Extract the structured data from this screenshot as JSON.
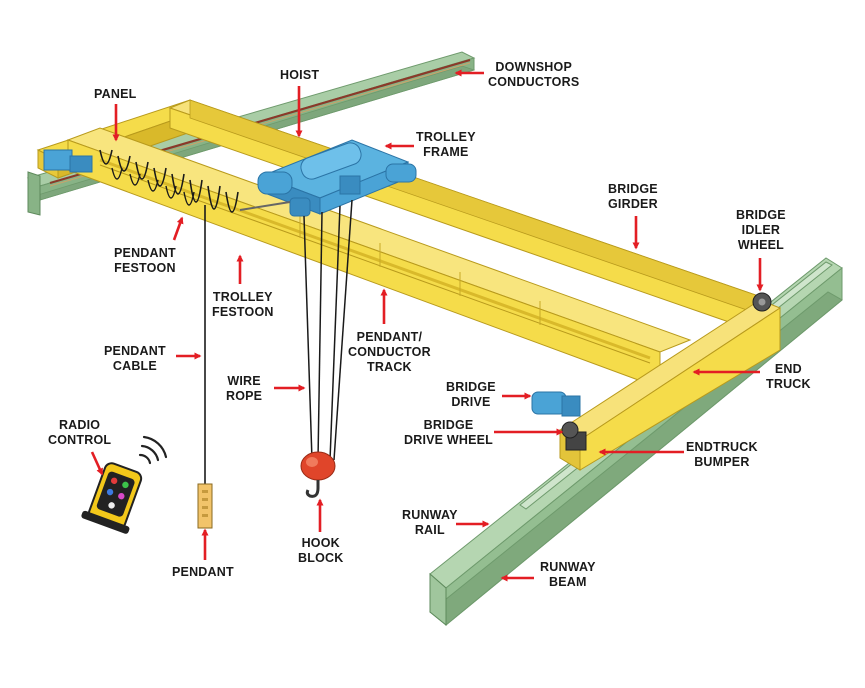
{
  "colors": {
    "beam_yellow": "#F5DC4A",
    "beam_shade": "#D9B92A",
    "beam_dark": "#B89A1C",
    "rail_green": "#9CC49A",
    "rail_dark": "#6E9A6C",
    "trolley_blue": "#4AA3D6",
    "trolley_dark": "#2B74A6",
    "arrow_red": "#E31E24",
    "hook_red": "#E0452A",
    "pendant_tan": "#F2C46A",
    "remote_yellow": "#F3C81A",
    "remote_black": "#222222",
    "label_text": "#1a1a1a"
  },
  "labels": {
    "downshop_conductors": [
      "DOWNSHOP",
      "CONDUCTORS"
    ],
    "hoist": [
      "HOIST"
    ],
    "panel": [
      "PANEL"
    ],
    "trolley_frame": [
      "TROLLEY",
      "FRAME"
    ],
    "bridge_girder": [
      "BRIDGE",
      "GIRDER"
    ],
    "bridge_idler_wheel": [
      "BRIDGE",
      "IDLER",
      "WHEEL"
    ],
    "pendant_festoon": [
      "PENDANT",
      "FESTOON"
    ],
    "trolley_festoon": [
      "TROLLEY",
      "FESTOON"
    ],
    "pendant_cable": [
      "PENDANT",
      "CABLE"
    ],
    "pendant_conductor_track": [
      "PENDANT/",
      "CONDUCTOR",
      "TRACK"
    ],
    "end_truck": [
      "END",
      "TRUCK"
    ],
    "wire_rope": [
      "WIRE",
      "ROPE"
    ],
    "bridge_drive": [
      "BRIDGE",
      "DRIVE"
    ],
    "bridge_drive_wheel": [
      "BRIDGE",
      "DRIVE WHEEL"
    ],
    "radio_control": [
      "RADIO",
      "CONTROL"
    ],
    "endtruck_bumper": [
      "ENDTRUCK",
      "BUMPER"
    ],
    "runway_rail": [
      "RUNWAY",
      "RAIL"
    ],
    "runway_beam": [
      "RUNWAY",
      "BEAM"
    ],
    "pendant": [
      "PENDANT"
    ],
    "hook_block": [
      "HOOK",
      "BLOCK"
    ]
  },
  "icons": {
    "radio_signal": "signal-waves-icon",
    "remote": "radio-remote-icon"
  }
}
